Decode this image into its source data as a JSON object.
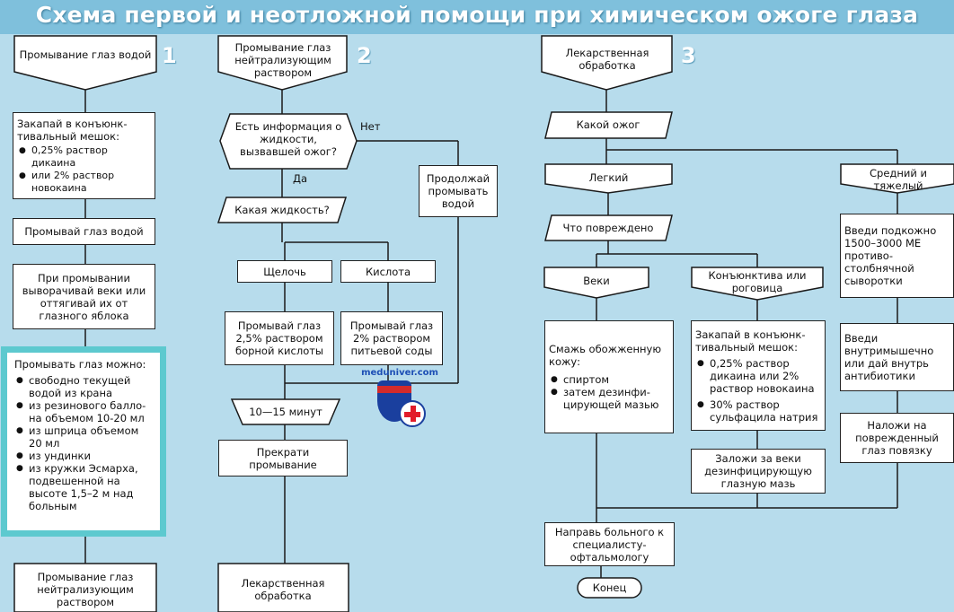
{
  "title": "Схема первой и неотложной помощи при химическом ожоге глаза",
  "col1": {
    "number": "1",
    "header": "Промывание глаз водой",
    "step1_title": "Закапай в конъюнк-тивальный мешок:",
    "step1_items": [
      "0,25% раствор дикаина",
      "или 2% раствор новокаина"
    ],
    "step2": "Промывай глаз водой",
    "step3": "При промывании выворачивай веки или оттягивай их от глазного яблока",
    "wash_title": "Промывать глаз можно:",
    "wash_items": [
      "свободно текущей водой из крана",
      "из резинового балло-на объемом 10-20 мл",
      "из шприца объемом 20 мл",
      "из ундинки",
      "из кружки Эсмарха, подвешенной на высоте 1,5–2 м над больным"
    ],
    "next": "Промывание глаз нейтрализующим раствором"
  },
  "col2": {
    "number": "2",
    "header": "Промывание глаз нейтрализующим раствором",
    "decision": "Есть информация о жидкости, вызвавшей ожог?",
    "yes": "Да",
    "no": "Нет",
    "continue": "Продолжай промывать водой",
    "which": "Какая жидкость?",
    "alkali": "Щелочь",
    "acid": "Кислота",
    "alkali_action": "Промывай глаз 2,5% раствором борной кислоты",
    "acid_action": "Промывай глаз 2% раствором питьевой соды",
    "duration": "10—15 минут",
    "stop": "Прекрати промывание",
    "next": "Лекарственная обработка"
  },
  "col3": {
    "number": "3",
    "header": "Лекарственная обработка",
    "which_burn": "Какой ожог",
    "light": "Легкий",
    "medium": "Средний и тяжелый",
    "damaged": "Что повреждено",
    "eyelids": "Веки",
    "conj": "Конъюнктива или роговица",
    "eyelids_title": "Смажь обожженную кожу:",
    "eyelids_items": [
      "спиртом",
      "затем дезинфи-цирующей мазью"
    ],
    "conj_title": "Закапай в конъюнк-тивальный мешок:",
    "conj_items": [
      "0,25% раствор дикаина или 2% раствор новокаина",
      "30% раствор сульфацила натрия"
    ],
    "ointment": "Заложи за веки дезинфицирующую глазную мазь",
    "serum": "Введи подкожно 1500–3000 МЕ противо-столбнячной сыворотки",
    "antibiotics": "Введи внутримышечно или дай внутрь антибиотики",
    "bandage": "Наложи на поврежденный глаз повязку",
    "refer": "Направь больного к специалисту-офтальмологу",
    "end": "Конец"
  },
  "logo": {
    "site": "meduniver.com"
  }
}
